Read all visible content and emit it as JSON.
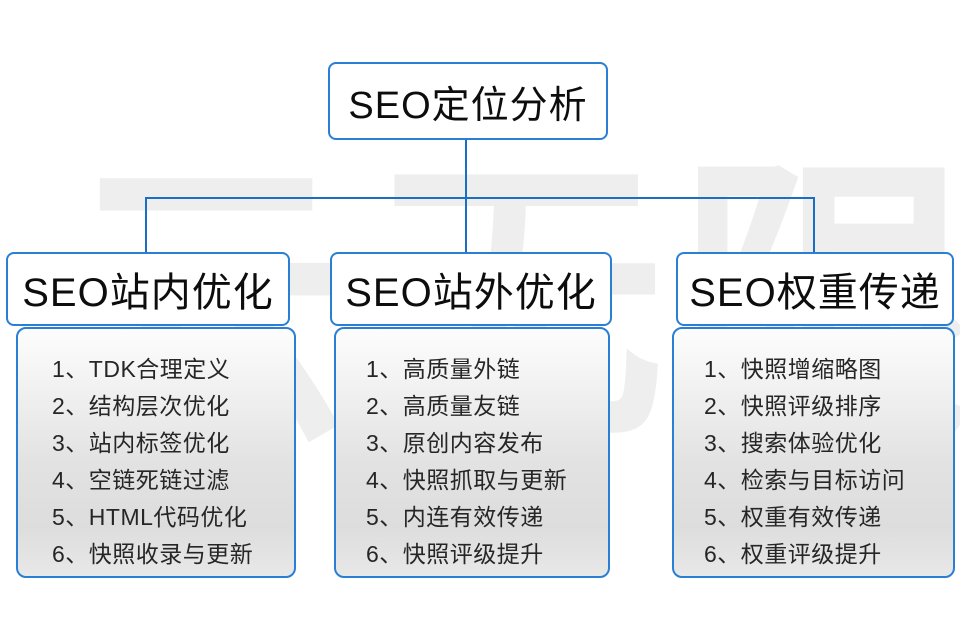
{
  "watermark": {
    "text": "云无限"
  },
  "colors": {
    "border": "#2a7fd4",
    "connector": "#1a6fc4",
    "header_bg": "#ffffff",
    "body_bg": "#e2e2e2",
    "text": "#262626",
    "watermark": "#eeeeee"
  },
  "diagram": {
    "type": "tree",
    "root": {
      "label": "SEO定位分析"
    },
    "branches": [
      {
        "id": "on-site",
        "label": "SEO站内优化",
        "items": [
          "1、TDK合理定义",
          "2、结构层次优化",
          "3、站内标签优化",
          "4、空链死链过滤",
          "5、HTML代码优化",
          "6、快照收录与更新"
        ]
      },
      {
        "id": "off-site",
        "label": "SEO站外优化",
        "items": [
          "1、高质量外链",
          "2、高质量友链",
          "3、原创内容发布",
          "4、快照抓取与更新",
          "5、内连有效传递",
          "6、快照评级提升"
        ]
      },
      {
        "id": "weight-transfer",
        "label": "SEO权重传递",
        "items": [
          "1、快照增缩略图",
          "2、快照评级排序",
          "3、搜索体验优化",
          "4、检索与目标访问",
          "5、权重有效传递",
          "6、权重评级提升"
        ]
      }
    ]
  }
}
